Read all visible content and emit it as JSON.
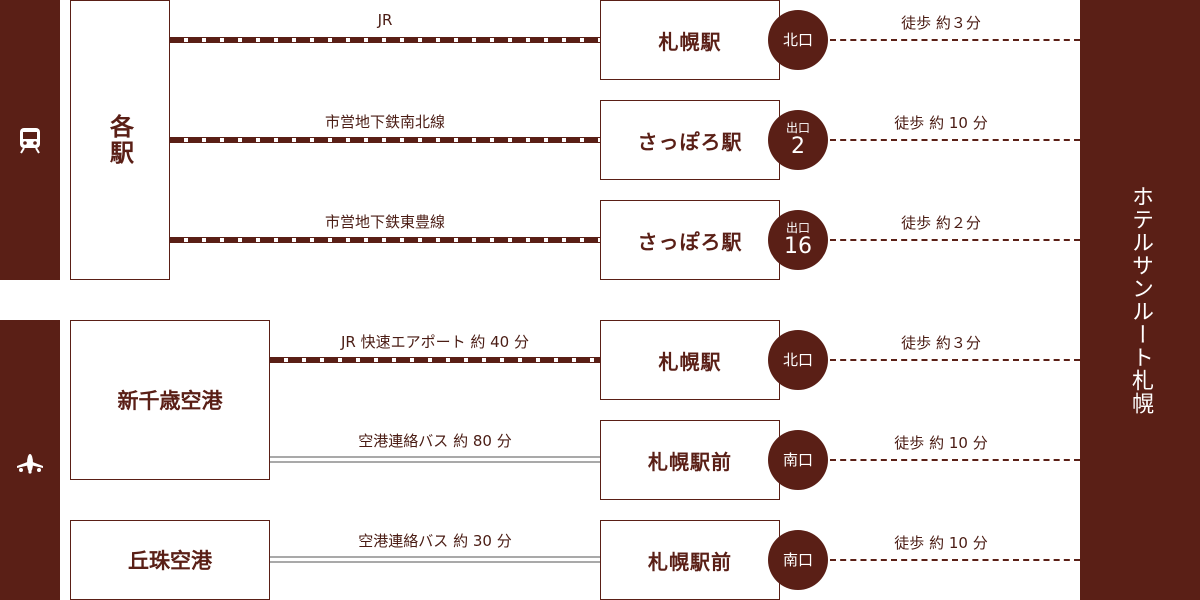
{
  "hotel": {
    "name": "ホテルサンルート札幌"
  },
  "categories": [
    {
      "icon": "train-icon"
    },
    {
      "icon": "airplane-icon"
    }
  ],
  "origins": {
    "each_station": "各駅",
    "new_chitose": "新千歳空港",
    "okadama": "丘珠空港"
  },
  "routes": [
    {
      "line": "JR",
      "station": "札幌駅",
      "exit_label": "北口",
      "exit_number": "",
      "walk": "徒歩 約３分"
    },
    {
      "line": "市営地下鉄南北線",
      "station": "さっぽろ駅",
      "exit_label": "出口",
      "exit_number": "2",
      "walk": "徒歩 約 10 分"
    },
    {
      "line": "市営地下鉄東豊線",
      "station": "さっぽろ駅",
      "exit_label": "出口",
      "exit_number": "16",
      "walk": "徒歩 約２分"
    },
    {
      "line": "JR 快速エアポート 約 40 分",
      "station": "札幌駅",
      "exit_label": "北口",
      "exit_number": "",
      "walk": "徒歩 約３分"
    },
    {
      "line": "空港連絡バス 約 80 分",
      "station": "札幌駅前",
      "exit_label": "南口",
      "exit_number": "",
      "walk": "徒歩 約 10 分"
    },
    {
      "line": "空港連絡バス 約 30 分",
      "station": "札幌駅前",
      "exit_label": "南口",
      "exit_number": "",
      "walk": "徒歩 約 10 分"
    }
  ],
  "colors": {
    "brand": "#5a1f16",
    "bus_line": "#a9a9a9",
    "background": "#ffffff"
  }
}
